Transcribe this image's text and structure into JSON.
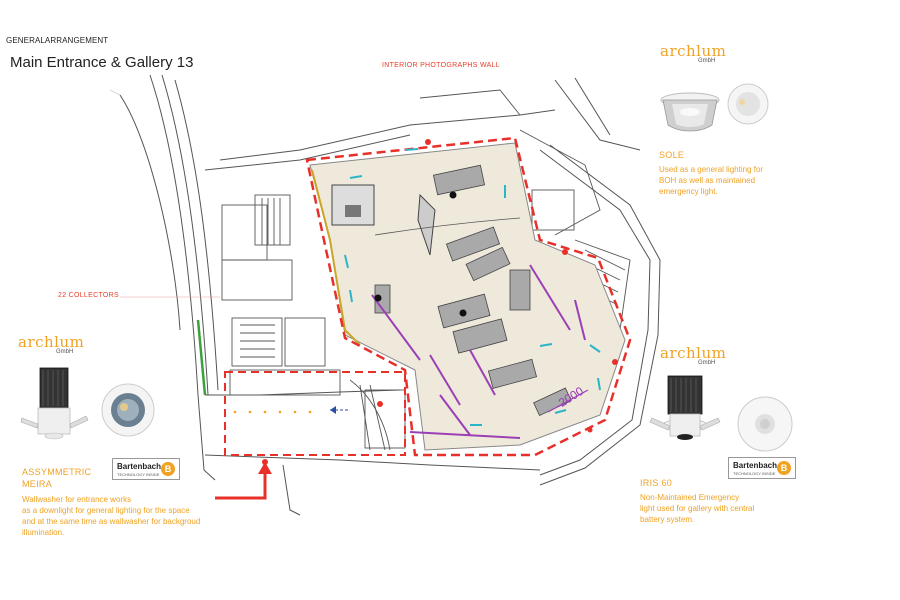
{
  "header": {
    "section_label": "GENERALARRANGEMENT",
    "title": "Main Entrance & Gallery 13"
  },
  "plan_labels": {
    "interior_wall": "INTERIOR PHOTOGRAPHS WALL",
    "collectors": "22 COLLECTORS",
    "dimension": "2000"
  },
  "products": [
    {
      "brand": "archlum",
      "brand_sub": "GmbH",
      "name": "SOLE",
      "description": [
        "Used as a general lighting for",
        "BOH as well as maintained",
        "emergency light."
      ]
    },
    {
      "brand": "archlum",
      "brand_sub": "GmbH",
      "name": "IRIS 60",
      "description": [
        "Non-Maintained Emergency",
        "light used for gallery with central",
        "battery system."
      ],
      "badge": {
        "main": "Bartenbach",
        "sub": "TECHNOLOGY INSIDE",
        "mark": "B"
      }
    },
    {
      "brand": "archlum",
      "brand_sub": "GmbH",
      "name_lines": [
        "ASSYMMETRIC",
        "MEIRA"
      ],
      "description": [
        "Wallwasher for   entrance  works",
        "as a downlight for general lighting for the space",
        "and at the same time as wallwasher for backgroud",
        "illumination."
      ],
      "badge": {
        "main": "Bartenbach",
        "sub": "TECHNOLOGY INSIDE",
        "mark": "B"
      }
    }
  ],
  "colors": {
    "accent_orange": "#f0a223",
    "zone_red": "#e8302a",
    "showcase_purple": "#9b3fb5",
    "marker_cyan": "#2bb5c8",
    "floor_beige": "#efe9dc",
    "plan_line": "#555555"
  }
}
